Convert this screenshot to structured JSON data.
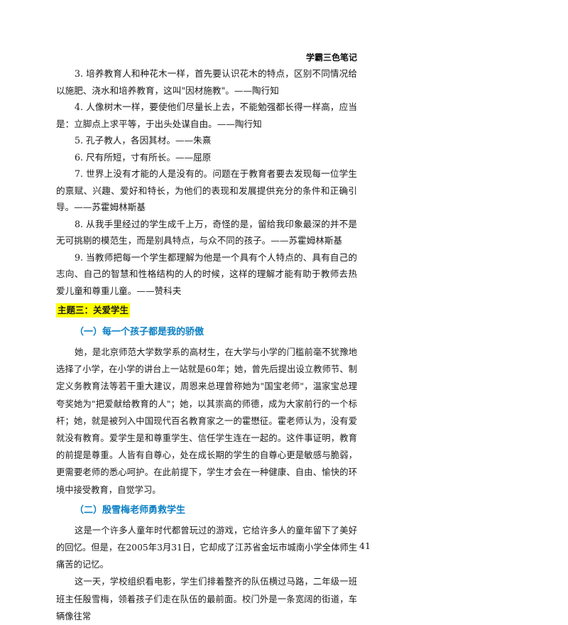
{
  "header": {
    "title": "学霸三色笔记"
  },
  "quotes": [
    "3. 培养教育人和种花木一样，首先要认识花木的特点，区别不同情况给以施肥、浇水和培养教育，这叫\"因材施教\"。——陶行知",
    "4. 人像树木一样，要使他们尽量长上去，不能勉强都长得一样高，应当是：立脚点上求平等，于出头处谋自由。——陶行知",
    "5. 孔子教人，各因其材。——朱熹",
    "6. 尺有所短，寸有所长。——屈原",
    "7. 世界上没有才能的人是没有的。问题在于教育者要去发现每一位学生的禀赋、兴趣、爱好和特长，为他们的表现和发展提供充分的条件和正确引导。——苏霍姆林斯基",
    "8. 从我手里经过的学生成千上万，奇怪的是，留给我印象最深的并不是无可挑剔的模范生，而是别具特点，与众不同的孩子。——苏霍姆林斯基",
    "9. 当教师把每一个学生都理解为他是一个具有个人特点的、具有自己的志向、自己的智慧和性格结构的人的时候，这样的理解才能有助于教师去热爱儿童和尊重儿童。——赞科夫"
  ],
  "theme": {
    "label": "主题三：关爱学生"
  },
  "sections": [
    {
      "heading": "（一）每一个孩子都是我的骄傲",
      "paragraphs": [
        "她，是北京师范大学数学系的高材生，在大学与小学的门槛前毫不犹豫地选择了小学，在小学的讲台上一站就是60年；她，曾先后提出设立教师节、制定义务教育法等若干重大建议，周恩来总理曾称她为\"国宝老师\"，温家宝总理夸奖她为\"把爱献给教育的人\"；她，以其崇高的师德，成为大家前行的一个标杆；她，就是被列入中国现代百名教育家之一的霍懋征。霍老师认为，没有爱就没有教育。爱学生是和尊重学生、信任学生连在一起的。这件事证明，教育的前提是尊重。人皆有自尊心，处在成长期的学生的自尊心更是敏感与脆弱，更需要老师的悉心呵护。在此前提下，学生才会在一种健康、自由、愉快的环境中接受教育，自觉学习。"
      ]
    },
    {
      "heading": "（二）殷雪梅老师勇救学生",
      "paragraphs": [
        "这是一个许多人童年时代都曾玩过的游戏，它给许多人的童年留下了美好的回忆。但是，在2005年3月31日，它却成了江苏省金坛市城南小学全体师生痛苦的记忆。",
        "这一天，学校组织看电影，学生们排着整齐的队伍横过马路，二年级一班班主任殷雪梅，领着孩子们走在队伍的最前面。校门外是一条宽阔的街道，车辆像往常"
      ]
    }
  ],
  "page_number": "41"
}
